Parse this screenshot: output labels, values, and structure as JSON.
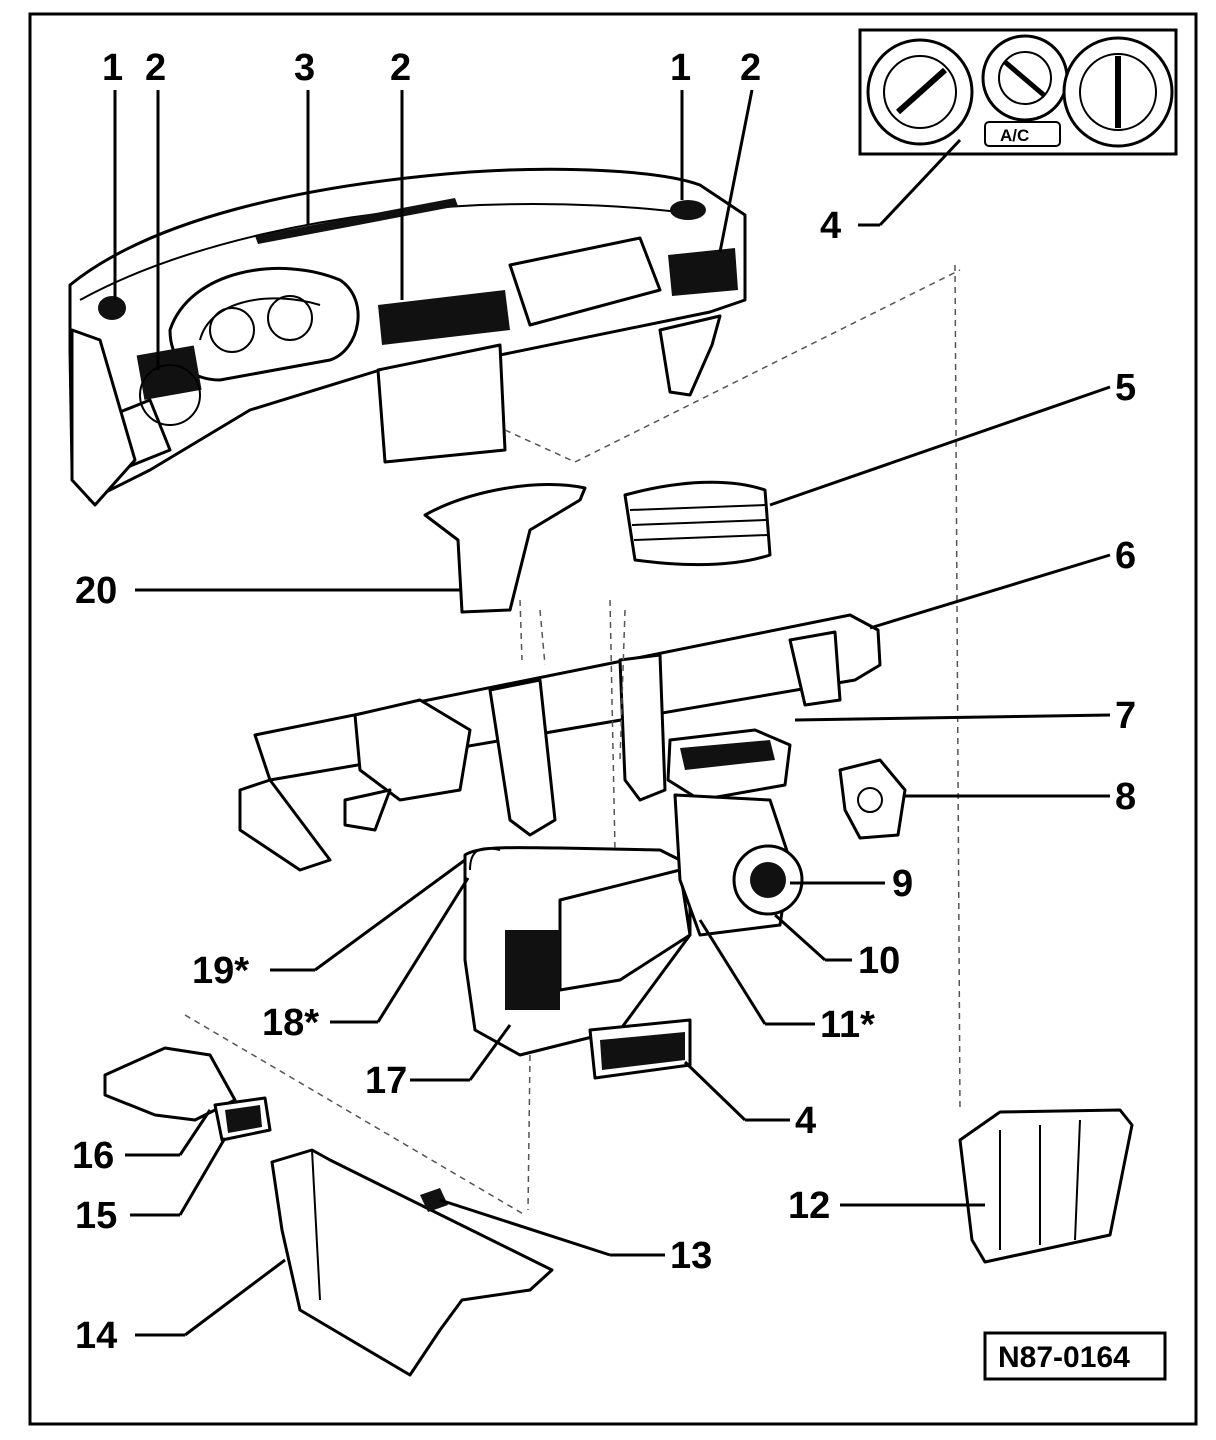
{
  "diagram": {
    "reference_code": "N87-0164",
    "callouts": [
      {
        "id": "c1a",
        "label": "1"
      },
      {
        "id": "c2a",
        "label": "2"
      },
      {
        "id": "c3",
        "label": "3"
      },
      {
        "id": "c2b",
        "label": "2"
      },
      {
        "id": "c1b",
        "label": "1"
      },
      {
        "id": "c2c",
        "label": "2"
      },
      {
        "id": "c4a",
        "label": "4"
      },
      {
        "id": "c5",
        "label": "5"
      },
      {
        "id": "c20",
        "label": "20"
      },
      {
        "id": "c6",
        "label": "6"
      },
      {
        "id": "c7",
        "label": "7"
      },
      {
        "id": "c8",
        "label": "8"
      },
      {
        "id": "c9",
        "label": "9"
      },
      {
        "id": "c19",
        "label": "19*"
      },
      {
        "id": "c10",
        "label": "10"
      },
      {
        "id": "c18",
        "label": "18*"
      },
      {
        "id": "c11",
        "label": "11*"
      },
      {
        "id": "c17",
        "label": "17"
      },
      {
        "id": "c4b",
        "label": "4"
      },
      {
        "id": "c16",
        "label": "16"
      },
      {
        "id": "c12",
        "label": "12"
      },
      {
        "id": "c15",
        "label": "15"
      },
      {
        "id": "c13",
        "label": "13"
      },
      {
        "id": "c14",
        "label": "14"
      }
    ],
    "control_panel": {
      "ac_button_label": "A/C"
    }
  }
}
